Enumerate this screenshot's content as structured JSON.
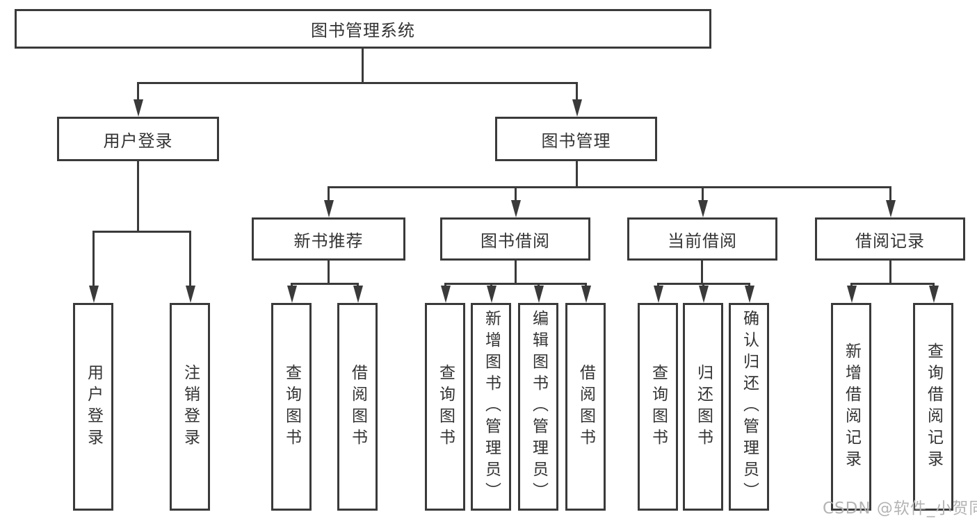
{
  "diagram": {
    "type": "tree",
    "title": "图书管理系统"
  },
  "tree": {
    "root": {
      "label": "图书管理系统",
      "children": [
        "用户登录",
        "图书管理"
      ]
    },
    "level2": [
      {
        "label": "用户登录",
        "children": [
          "用户登录",
          "注销登录"
        ]
      },
      {
        "label": "图书管理",
        "children": [
          "新书推荐",
          "图书借阅",
          "当前借阅",
          "借阅记录"
        ]
      }
    ],
    "level3": [
      {
        "label": "新书推荐",
        "children": [
          "查询图书",
          "借阅图书"
        ]
      },
      {
        "label": "图书借阅",
        "children": [
          "查询图书",
          "新增图书（管理员）",
          "编辑图书（管理员）",
          "借阅图书"
        ]
      },
      {
        "label": "当前借阅",
        "children": [
          "查询图书",
          "归还图书",
          "确认归还（管理员）"
        ]
      },
      {
        "label": "借阅记录",
        "children": [
          "新增借阅记录",
          "查询借阅记录"
        ]
      }
    ],
    "leaves": [
      {
        "label": "用户登录",
        "parent": "用户登录"
      },
      {
        "label": "注销登录",
        "parent": "用户登录"
      },
      {
        "label": "查询图书",
        "parent": "新书推荐"
      },
      {
        "label": "借阅图书",
        "parent": "新书推荐"
      },
      {
        "label": "查询图书",
        "parent": "图书借阅"
      },
      {
        "label": "新增图书（管理员）",
        "parent": "图书借阅"
      },
      {
        "label": "编辑图书（管理员）",
        "parent": "图书借阅"
      },
      {
        "label": "借阅图书",
        "parent": "图书借阅"
      },
      {
        "label": "查询图书",
        "parent": "当前借阅"
      },
      {
        "label": "归还图书",
        "parent": "当前借阅"
      },
      {
        "label": "确认归还（管理员）",
        "parent": "当前借阅"
      },
      {
        "label": "新增借阅记录",
        "parent": "借阅记录"
      },
      {
        "label": "查询借阅记录",
        "parent": "借阅记录"
      }
    ]
  },
  "watermark": {
    "text": "CSDN @软件_小贺同学",
    "color": "#b4b4b4"
  },
  "colors": {
    "line": "#3a3a3a",
    "text": "#333333",
    "background": "#ffffff"
  }
}
